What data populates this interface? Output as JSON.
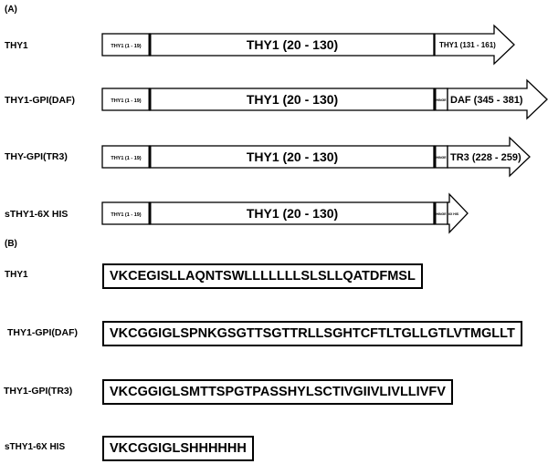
{
  "panels": {
    "a_label": "(A)",
    "b_label": "(B)"
  },
  "constructs": [
    {
      "name": "THY1",
      "signal": "THY1 (1 - 19)",
      "core": "THY1 (20 - 130)",
      "hinge": "",
      "tail": "THY1 (131 - 161)"
    },
    {
      "name": "THY1-GPI(DAF)",
      "signal": "THY1 (1 - 19)",
      "core": "THY1 (20 - 130)",
      "hinge": "HINGE",
      "tail": "DAF (345 - 381)"
    },
    {
      "name": "THY-GPI(TR3)",
      "signal": "THY1 (1 - 19)",
      "core": "THY1 (20 - 130)",
      "hinge": "HINGE",
      "tail": "TR3 (228 - 259)"
    },
    {
      "name": "sTHY1-6X HIS",
      "signal": "THY1 (1 - 19)",
      "core": "THY1 (20 - 130)",
      "hinge": "HINGE",
      "tail": "6X HIS"
    }
  ],
  "sequences": [
    {
      "name": "THY1",
      "seq": "VKCEGISLLAQNTSWLLLLLLLSLSLLQATDFMSL"
    },
    {
      "name": "THY1-GPI(DAF)",
      "seq": "VKCGGIGLSPNKGSGTTSGTTRLLSGHTCFTLTGLLGTLVTMGLLT"
    },
    {
      "name": "THY1-GPI(TR3)",
      "seq": "VKCGGIGLSMTTSPGTPASSHYLSCTIVGIIVLIVLLIVFV"
    },
    {
      "name": "sTHY1-6X HIS",
      "seq": "VKCGGIGLSHHHHHH"
    }
  ]
}
